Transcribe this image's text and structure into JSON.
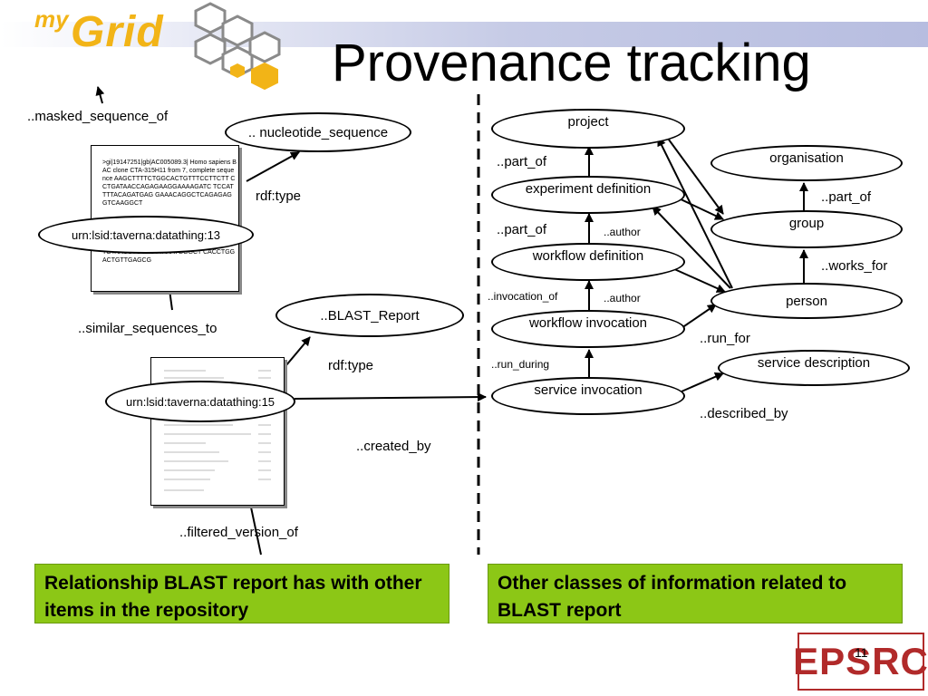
{
  "slide": {
    "title": "Provenance tracking",
    "logo": {
      "my": "my",
      "grid": "Grid"
    },
    "epsrc_logo": "EPSRC",
    "page_number": "11"
  },
  "left": {
    "nodes": {
      "nucleotide_sequence": ".. nucleotide_sequence",
      "datathing13": "urn:lsid:taverna:datathing:13",
      "blast_report": "..BLAST_Report",
      "datathing15": "urn:lsid:taverna:datathing:15"
    },
    "labels": {
      "masked_sequence_of": "..masked_sequence_of",
      "rdf_type_1": "rdf:type",
      "similar_sequences_to": "..similar_sequences_to",
      "rdf_type_2": "rdf:type",
      "created_by": "..created_by",
      "filtered_version_of": "..filtered_version_of"
    },
    "sequence_doc": {
      "text_top": ">gi|19147251|gb|AC005089.3| Homo sapiens BAC clone CTA-315H11 from 7, complete sequence AAGCTTTTCTGGCACTGTTTCCTTCTT CCTGATAACCAGAGAAGGAAAAGATC TCCATTTTACAGATGAG GAAACAGGCTCAGAGAGGTCAAGGCT",
      "text_bottom": "GTAAGCAAGATCCTCAAATGTCTGCAC ACCTGTAACCTGCAGTTAAATGGGCT CACCTGGACTGTTGAGCG"
    }
  },
  "right": {
    "nodes": {
      "project": "project",
      "experiment_definition": "experiment definition",
      "workflow_definition": "workflow definition",
      "workflow_invocation": "workflow invocation",
      "service_invocation": "service invocation",
      "organisation": "organisation",
      "group": "group",
      "person": "person",
      "service_description": "service description"
    },
    "labels": {
      "part_of_1": "..part_of",
      "part_of_2": "..part_of",
      "author_1": "..author",
      "invocation_of": "..invocation_of",
      "author_2": "..author",
      "run_during": "..run_during",
      "part_of_org": "..part_of",
      "works_for": "..works_for",
      "run_for": "..run_for",
      "described_by": "..described_by"
    }
  },
  "captions": {
    "left": "Relationship BLAST report has with other items in the repository",
    "right": "Other classes of information related to BLAST report"
  },
  "colors": {
    "logo": "#f2b417",
    "caption_bg": "#8cc716",
    "epsrc": "#b12a2a",
    "band": "#b7bde0"
  }
}
